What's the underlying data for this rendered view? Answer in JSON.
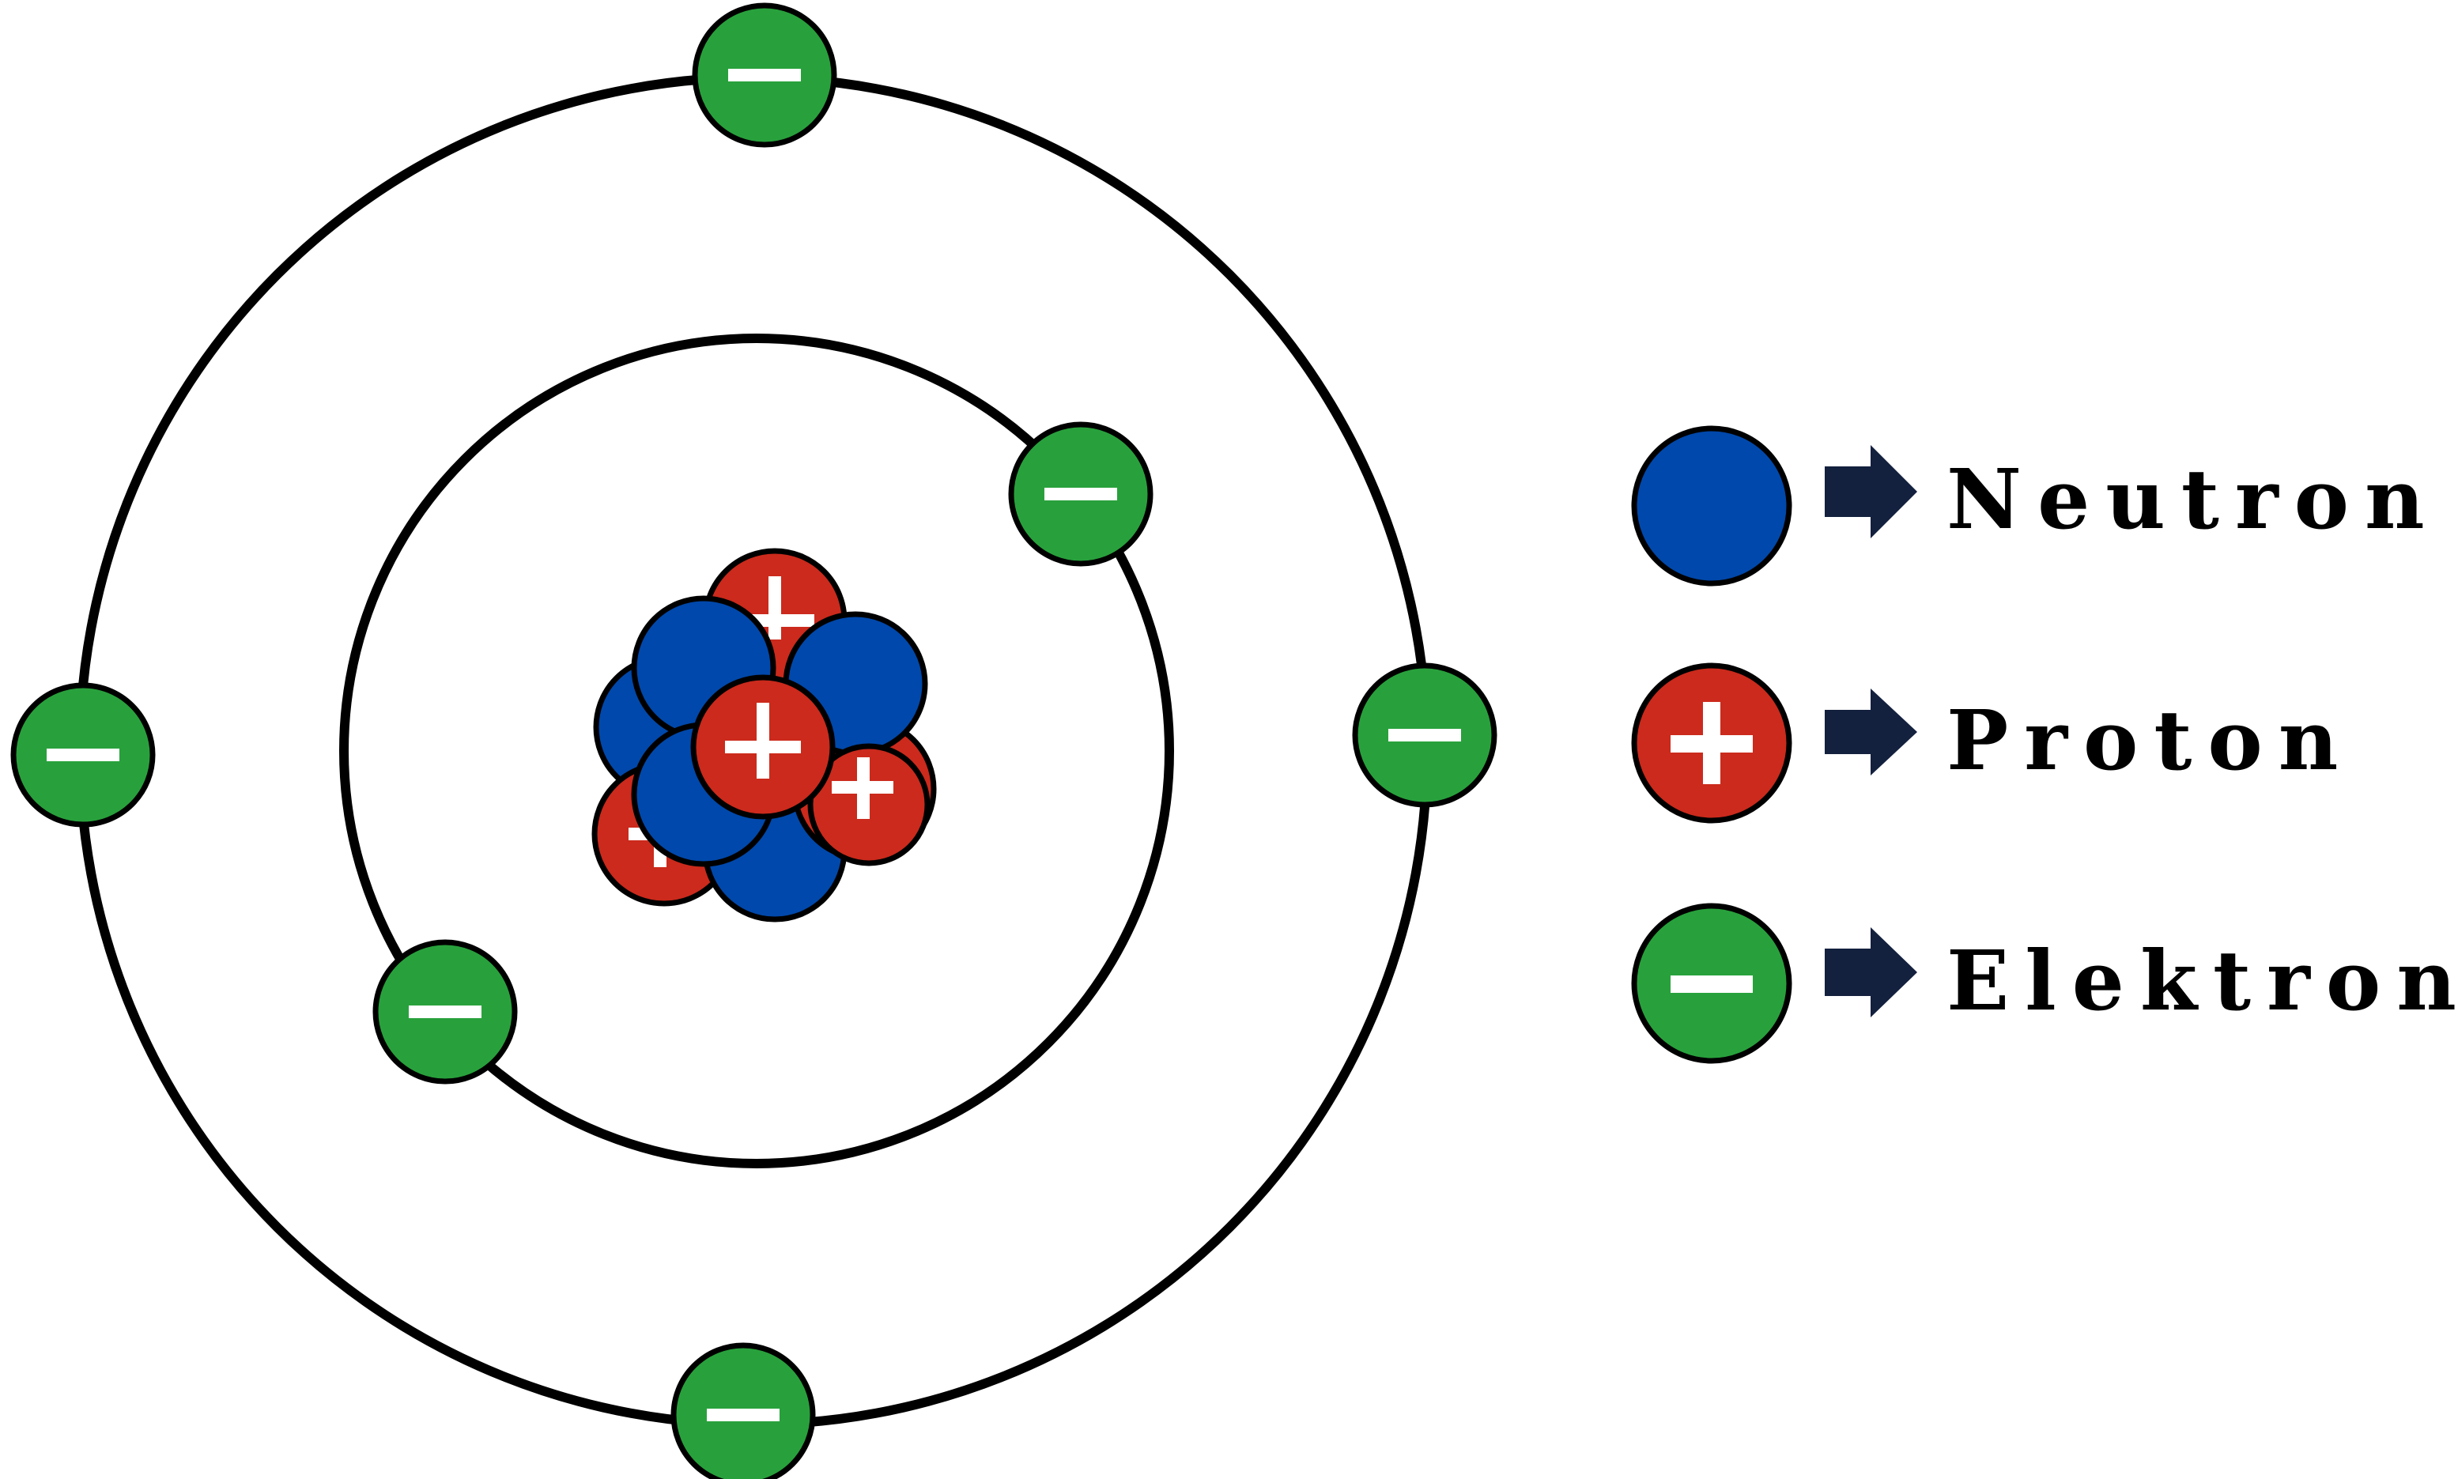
{
  "colors": {
    "neutron": "#0048ab",
    "proton": "#cb2a1c",
    "electron": "#28a13c",
    "outline": "#000000",
    "sign": "#ffffff",
    "arrow": "#13203e",
    "background": "#ffffff"
  },
  "legend": [
    {
      "particle": "neutron",
      "label": "Neutron",
      "sign": "none"
    },
    {
      "particle": "proton",
      "label": "Proton",
      "sign": "plus"
    },
    {
      "particle": "electron",
      "label": "Elektron",
      "sign": "minus"
    }
  ],
  "atom": {
    "nucleus": {
      "protons": 5,
      "neutrons": 5
    },
    "shells": [
      {
        "shell": "inner",
        "electrons": 2
      },
      {
        "shell": "outer",
        "electrons": 4
      }
    ]
  }
}
